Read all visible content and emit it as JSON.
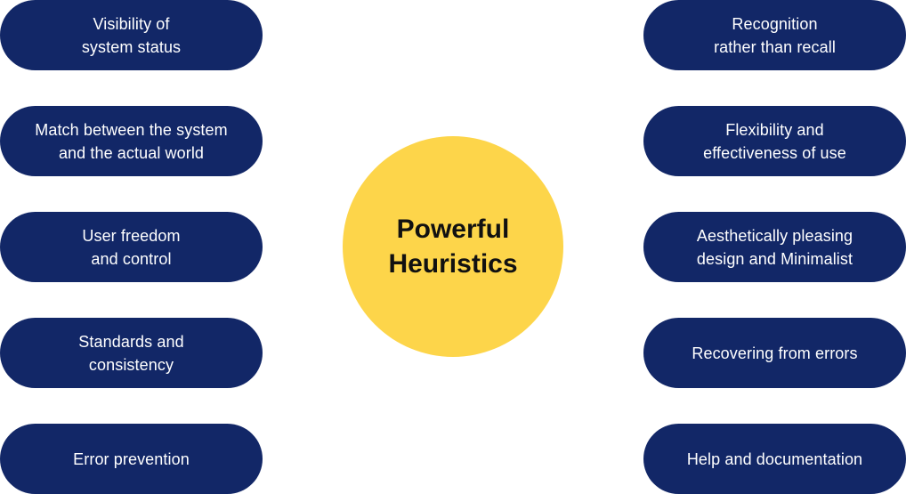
{
  "center": {
    "title": "Powerful\nHeuristics"
  },
  "left_items": [
    "Visibility of\nsystem status",
    "Match between the system\nand the actual world",
    "User freedom\nand control",
    "Standards and\nconsistency",
    "Error prevention"
  ],
  "right_items": [
    "Recognition\nrather than recall",
    "Flexibility and\neffectiveness of use",
    "Aesthetically pleasing\ndesign and Minimalist",
    "Recovering from errors",
    "Help and documentation"
  ],
  "colors": {
    "pill": "#122767",
    "pill_text": "#ffffff",
    "center": "#fdd54a",
    "center_text": "#111111",
    "background": "#ffffff"
  }
}
